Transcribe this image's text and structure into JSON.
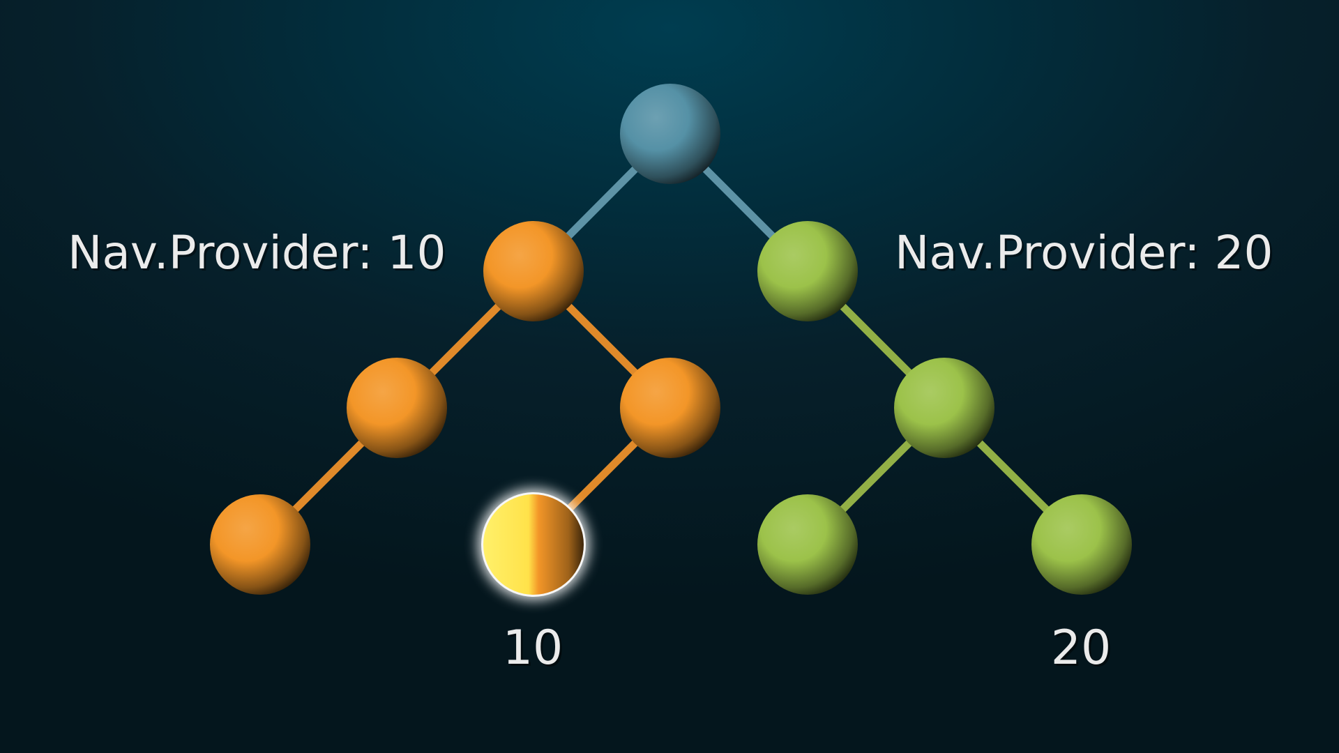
{
  "labels": {
    "left_provider": "Nav.Provider: 10",
    "right_provider": "Nav.Provider: 20",
    "left_value": "10",
    "right_value": "20"
  },
  "colors": {
    "root": "#5591a6",
    "orange": "#f39628",
    "green": "#9cc24a",
    "highlight": "#ffe24a",
    "edge_root": "#5e93a6",
    "edge_orange": "#e08a2a",
    "edge_green": "#92b046"
  },
  "tree": {
    "nodes": [
      {
        "id": "root",
        "color": "root"
      },
      {
        "id": "n1",
        "color": "orange"
      },
      {
        "id": "n2",
        "color": "green"
      },
      {
        "id": "n3",
        "color": "orange"
      },
      {
        "id": "n4",
        "color": "orange"
      },
      {
        "id": "n5",
        "color": "green"
      },
      {
        "id": "n6",
        "color": "orange"
      },
      {
        "id": "n7",
        "color": "highlight"
      },
      {
        "id": "n8",
        "color": "green"
      },
      {
        "id": "n9",
        "color": "green"
      }
    ],
    "edges": [
      {
        "from": "root",
        "to": "n1",
        "color": "edge_root"
      },
      {
        "from": "root",
        "to": "n2",
        "color": "edge_root"
      },
      {
        "from": "n1",
        "to": "n3",
        "color": "edge_orange"
      },
      {
        "from": "n1",
        "to": "n4",
        "color": "edge_orange"
      },
      {
        "from": "n2",
        "to": "n5",
        "color": "edge_green"
      },
      {
        "from": "n3",
        "to": "n6",
        "color": "edge_orange"
      },
      {
        "from": "n4",
        "to": "n7",
        "color": "edge_orange"
      },
      {
        "from": "n5",
        "to": "n8",
        "color": "edge_green"
      },
      {
        "from": "n5",
        "to": "n9",
        "color": "edge_green"
      }
    ]
  }
}
